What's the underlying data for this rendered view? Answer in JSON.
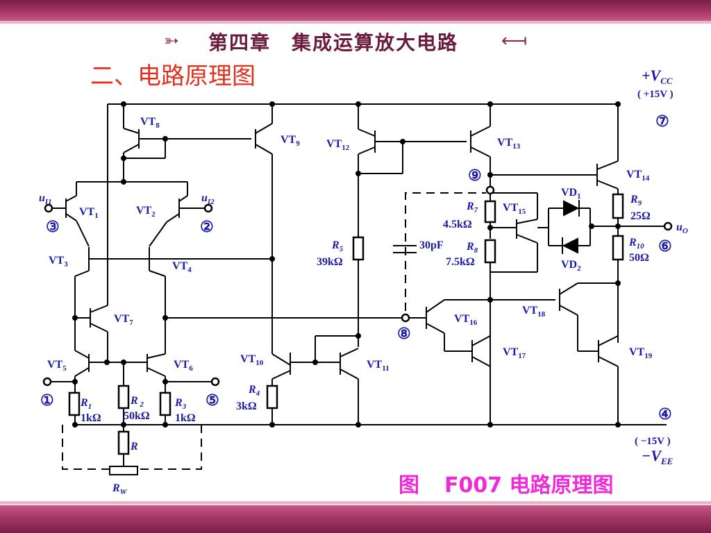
{
  "header": {
    "chapter_title": "第四章　集成运算放大电路",
    "section_title": "二、电路原理图"
  },
  "caption": {
    "prefix": "图",
    "text": "F007 电路原理图"
  },
  "colors": {
    "band": "#a8396a",
    "section_title": "#e0301e",
    "caption": "#ee2bd6",
    "wire": "#000000",
    "label": "#1a1aa6"
  },
  "diagram": {
    "supply_pos": "+VCC",
    "supply_pos_value": "( +15V )",
    "supply_neg": "−VEE",
    "supply_neg_value": "( −15V )",
    "pins": [
      "①",
      "②",
      "③",
      "④",
      "⑤",
      "⑥",
      "⑦",
      "⑧",
      "⑨"
    ],
    "inputs": [
      "u11",
      "u12"
    ],
    "output": "uO",
    "transistors": [
      "VT1",
      "VT2",
      "VT3",
      "VT4",
      "VT5",
      "VT6",
      "VT7",
      "VT8",
      "VT9",
      "VT10",
      "VT11",
      "VT12",
      "VT13",
      "VT14",
      "VT15",
      "VT16",
      "VT17",
      "VT18",
      "VT19"
    ],
    "diodes": [
      "VD1",
      "VD2"
    ],
    "resistors": [
      {
        "name": "R1",
        "value": "1kΩ"
      },
      {
        "name": "R2",
        "value": "50kΩ"
      },
      {
        "name": "R3",
        "value": "1kΩ"
      },
      {
        "name": "R4",
        "value": "3kΩ"
      },
      {
        "name": "R5",
        "value": "39kΩ"
      },
      {
        "name": "R7",
        "value": "4.5kΩ"
      },
      {
        "name": "R8",
        "value": "7.5kΩ"
      },
      {
        "name": "R9",
        "value": "25Ω"
      },
      {
        "name": "R10",
        "value": "50Ω"
      },
      {
        "name": "R",
        "value": ""
      },
      {
        "name": "RW",
        "value": ""
      }
    ],
    "capacitor": "30pF"
  }
}
